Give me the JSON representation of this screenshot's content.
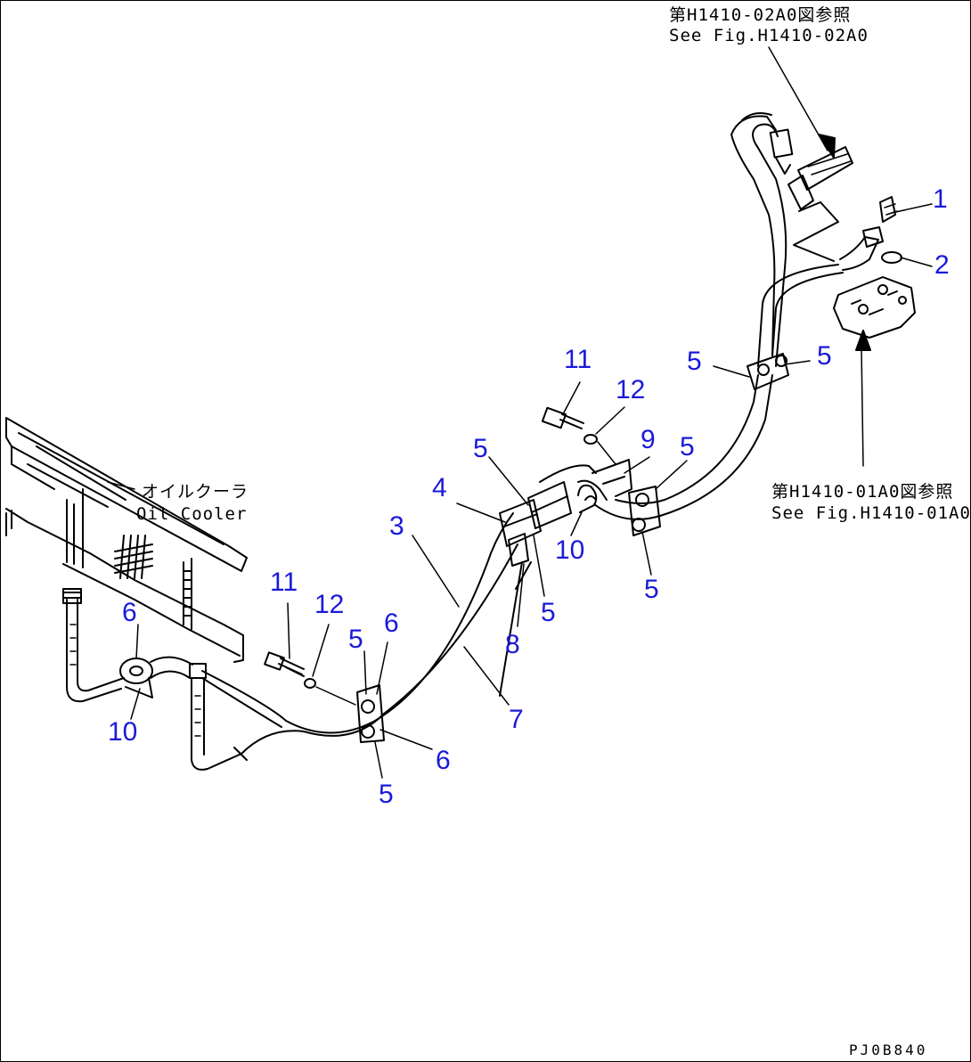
{
  "references": {
    "top_jp": "第H1410-02A0図参照",
    "top_en": "See Fig.H1410-02A0",
    "right_jp": "第H1410-01A0図参照",
    "right_en": "See Fig.H1410-01A0"
  },
  "oil_cooler": {
    "jp": "オイルクーラ",
    "en": "Oil Cooler"
  },
  "drawing_code": "PJ0B840",
  "callouts": {
    "c1": "1",
    "c2": "2",
    "c5a": "5",
    "c5b": "5",
    "c11a": "11",
    "c12a": "12",
    "c5c": "5",
    "c9": "9",
    "c5d": "5",
    "c4": "4",
    "c3": "3",
    "c10a": "10",
    "c5e": "5",
    "c5f": "5",
    "c8": "8",
    "c11b": "11",
    "c12b": "12",
    "c6a": "6",
    "c5g": "5",
    "c6b": "6",
    "c10b": "10",
    "c7": "7",
    "c6c": "6",
    "c5h": "5"
  },
  "colors": {
    "callout": "#1a1ad9",
    "line": "#000000"
  }
}
